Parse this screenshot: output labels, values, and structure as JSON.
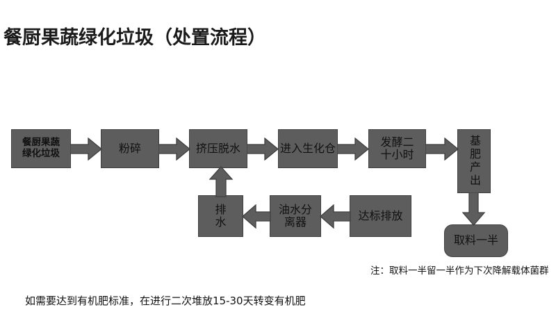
{
  "title": "餐厨果蔬绿化垃圾（处置流程）",
  "colors": {
    "node_fill": "#5d5d5d",
    "node_border": "#3f3f3f",
    "arrow_fill": "#5d5d5d",
    "arrow_border": "#3f3f3f",
    "text": "#111111",
    "background": "#ffffff"
  },
  "nodes": [
    {
      "id": "feedstock",
      "label": "餐厨果蔬\n绿化垃圾"
    },
    {
      "id": "crush",
      "label": "粉碎"
    },
    {
      "id": "press",
      "label": "挤压脱水"
    },
    {
      "id": "biochamber",
      "label": "进入生化仓"
    },
    {
      "id": "ferment",
      "label": "发酵二\n十小时"
    },
    {
      "id": "baseferti",
      "label": "基肥产出"
    },
    {
      "id": "takehalf",
      "label": "取料一半"
    },
    {
      "id": "drain",
      "label": "排\n水"
    },
    {
      "id": "separator",
      "label": "油水分\n离器"
    },
    {
      "id": "discharge",
      "label": "达标排放"
    }
  ],
  "notes": {
    "right": "注：取料一半留一半作为下次降解载体菌群",
    "bottom": "如需要达到有机肥标准，在进行二次堆放15-30天转变有机肥"
  }
}
